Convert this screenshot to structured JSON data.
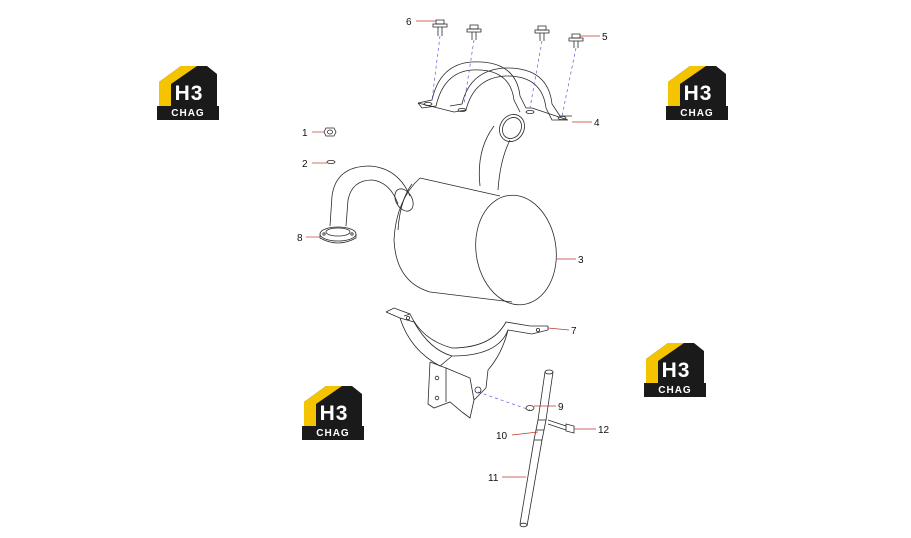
{
  "diagram": {
    "callouts": [
      {
        "id": "callout-1",
        "label": "1"
      },
      {
        "id": "callout-2",
        "label": "2"
      },
      {
        "id": "callout-3",
        "label": "3"
      },
      {
        "id": "callout-4",
        "label": "4"
      },
      {
        "id": "callout-5",
        "label": "5"
      },
      {
        "id": "callout-6",
        "label": "6"
      },
      {
        "id": "callout-7",
        "label": "7"
      },
      {
        "id": "callout-8",
        "label": "8"
      },
      {
        "id": "callout-9",
        "label": "9"
      },
      {
        "id": "callout-10",
        "label": "10"
      },
      {
        "id": "callout-11",
        "label": "11"
      },
      {
        "id": "callout-12",
        "label": "12"
      }
    ]
  },
  "watermark": {
    "main_text": "H3",
    "sub_text": "CHAG",
    "colors": {
      "roof": "#f5c400",
      "body": "#1a1a1a",
      "text": "#ffffff"
    }
  },
  "colors": {
    "line": "#2a2a2a",
    "leader": "#c0392b",
    "dashed": "#5b5bd6"
  }
}
